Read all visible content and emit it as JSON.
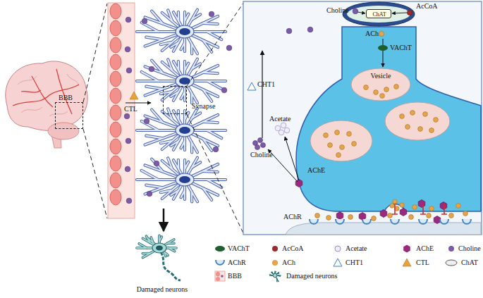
{
  "diagram": {
    "nodes": [
      {
        "text": [
          "BBB"
        ]
      },
      {
        "text": [
          "Synapse"
        ]
      },
      {
        "text": [
          "ChAT"
        ]
      },
      {
        "text": [
          "Vesicle"
        ]
      }
    ],
    "labels": [
      "CTL",
      "Damaged neurons",
      "Choline",
      "AcCoA",
      "ACh",
      "VAChT",
      "CHT1",
      "Acetate",
      "Choline",
      "AChE",
      "AChR"
    ],
    "legend": [
      {
        "text": "VAChT",
        "color": "#1f5e2e"
      },
      {
        "text": "AcCoA",
        "color": "#9e2a2b"
      },
      {
        "text": "Acetate"
      },
      {
        "text": "AChE"
      },
      {
        "text": "Choline",
        "color": "#7b5aa6"
      },
      {
        "text": "AChR"
      },
      {
        "text": "ACh",
        "color": "#e2a54c"
      },
      {
        "text": "CHT1"
      },
      {
        "text": "CTL"
      },
      {
        "text": "ChAT"
      },
      {
        "text": "BBB"
      },
      {
        "text": "Damaged neurons"
      }
    ]
  }
}
